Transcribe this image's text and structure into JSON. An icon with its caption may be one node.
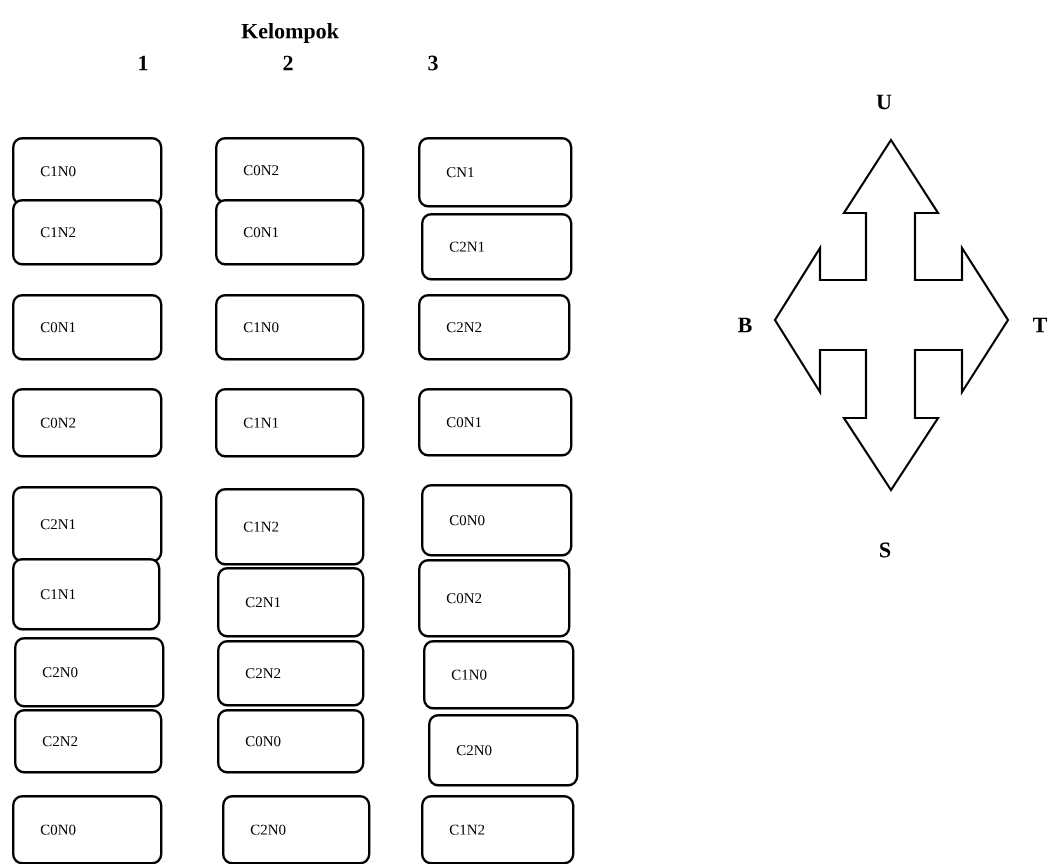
{
  "diagram": {
    "title": "Kelompok",
    "nodes": [
      {
        "text": [
          "C1N0"
        ]
      },
      {
        "text": [
          "C1N2"
        ]
      },
      {
        "text": [
          "C0N1"
        ]
      },
      {
        "text": [
          "C0N2"
        ]
      },
      {
        "text": [
          "C2N1"
        ]
      },
      {
        "text": [
          "C1N1"
        ]
      },
      {
        "text": [
          "C2N0"
        ]
      },
      {
        "text": [
          "C2N2"
        ]
      },
      {
        "text": [
          "C0N0"
        ]
      },
      {
        "text": [
          "C0N2"
        ]
      },
      {
        "text": [
          "C0N1"
        ]
      },
      {
        "text": [
          "C1N0"
        ]
      },
      {
        "text": [
          "C1N1"
        ]
      },
      {
        "text": [
          "C1N2"
        ]
      },
      {
        "text": [
          "C2N1"
        ]
      },
      {
        "text": [
          "C2N2"
        ]
      },
      {
        "text": [
          "C0N0"
        ]
      },
      {
        "text": [
          "C2N0"
        ]
      },
      {
        "text": [
          "CN1"
        ]
      },
      {
        "text": [
          "C2N1"
        ]
      },
      {
        "text": [
          "C2N2"
        ]
      },
      {
        "text": [
          "C0N1"
        ]
      },
      {
        "text": [
          "C0N0"
        ]
      },
      {
        "text": [
          "C0N2"
        ]
      },
      {
        "text": [
          "C1N0"
        ]
      },
      {
        "text": [
          "C2N0"
        ]
      },
      {
        "text": [
          "C1N2"
        ]
      }
    ],
    "labels": [
      "1",
      "2",
      "3",
      "U",
      "B",
      "T",
      "S"
    ]
  }
}
